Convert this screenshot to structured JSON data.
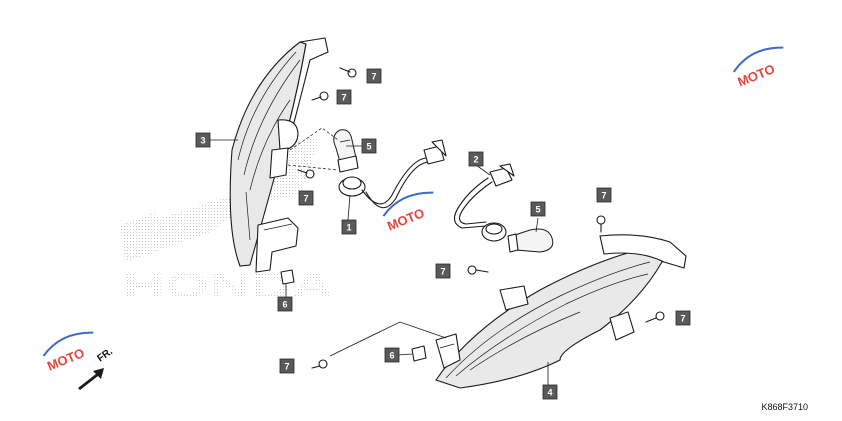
{
  "diagram": {
    "reference_code": "K868F3710",
    "direction_label": "FR.",
    "callouts": [
      "1",
      "2",
      "3",
      "4",
      "5",
      "5",
      "6",
      "6",
      "7",
      "7",
      "7",
      "7",
      "7",
      "7"
    ],
    "watermark_text": "MOTO",
    "background_logo_text": "HONDA",
    "colors": {
      "callout_fill": "#5a5a5a",
      "line": "#1a1a1a",
      "watermark_red": "#e0473f",
      "watermark_blue": "#3a6cc8",
      "logo_dots": "#b8b8b8"
    }
  }
}
